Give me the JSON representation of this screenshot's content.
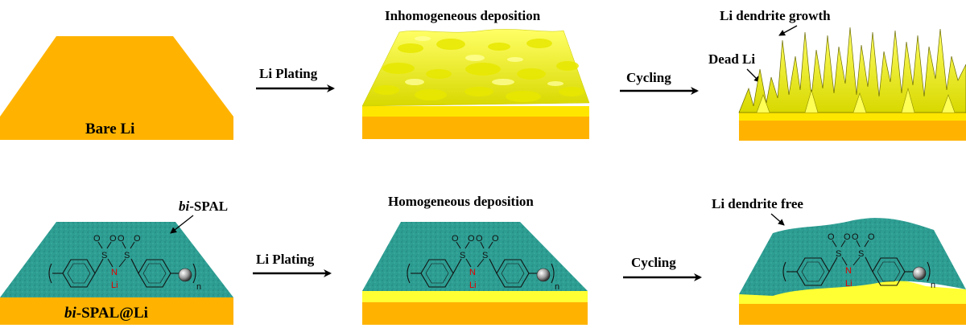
{
  "colors": {
    "lithium": "#FFB300",
    "deposit": "#FFFF33",
    "polymer": "#2E9E93",
    "nitrogen": "#E00000"
  },
  "top_row": {
    "bare_label": "Bare Li",
    "arrow1_label": "Li Plating",
    "deposition_title": "Inhomogeneous deposition",
    "arrow2_label": "Cycling",
    "dendrite_label": "Li dendrite growth",
    "dead_li_label": "Dead Li"
  },
  "bottom_row": {
    "coated_label_italic": "bi",
    "coated_label_rest": "-SPAL@Li",
    "layer_label_italic": "bi",
    "layer_label_rest": "-SPAL",
    "arrow1_label": "Li Plating",
    "deposition_title": "Homogeneous deposition",
    "arrow2_label": "Cycling",
    "free_label": "Li dendrite free"
  },
  "structure": {
    "sulfur": "S",
    "oxygen": "O",
    "nitrogen": "N",
    "lithium": "Li",
    "repeat": "n"
  }
}
